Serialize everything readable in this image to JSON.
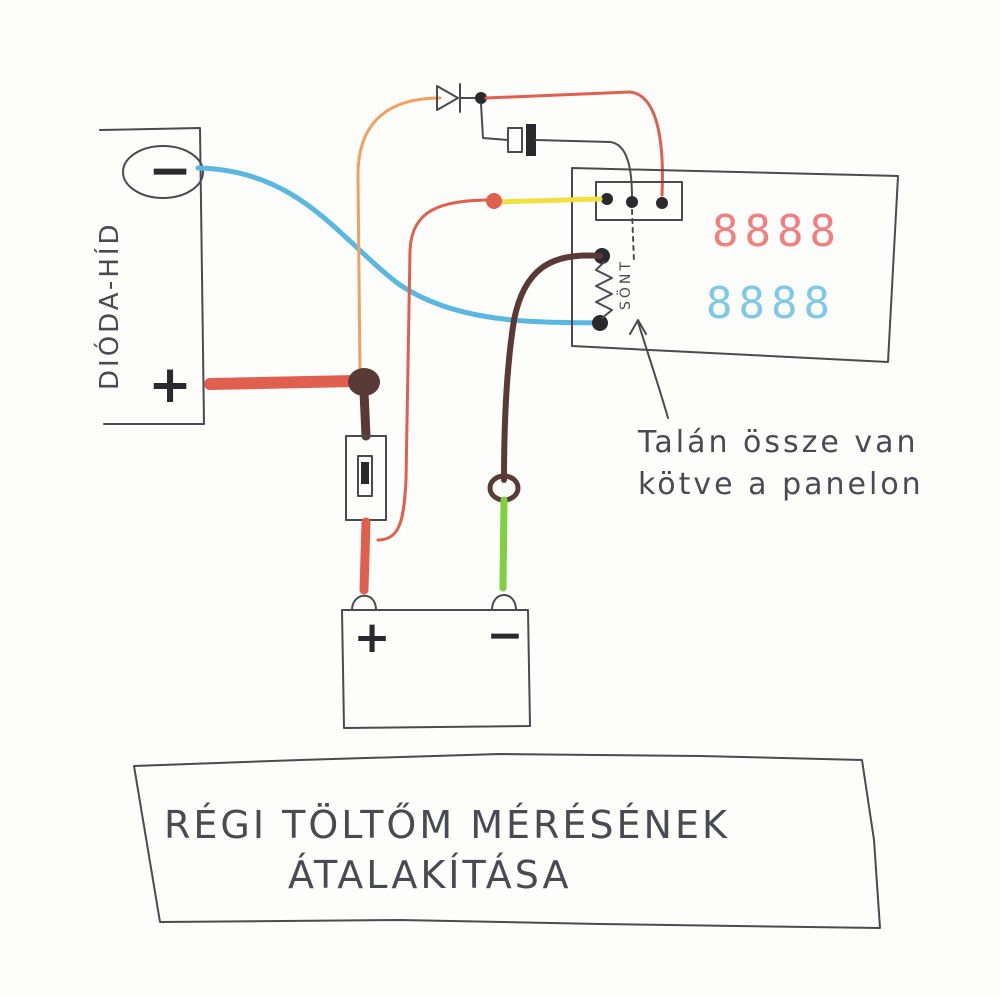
{
  "bridge": {
    "label": "DIÓDA-HÍD",
    "minus_sign": "−",
    "plus_sign": "+"
  },
  "battery": {
    "plus_sign": "+",
    "minus_sign": "−"
  },
  "panel": {
    "shunt_label": "SÖNT",
    "red_display": "8888",
    "blue_display": "8888"
  },
  "note": {
    "line1": "Talán össze van",
    "line2": "kötve a panelon"
  },
  "title": {
    "line1": "RÉGI TÖLTŐM MÉRÉSÉNEK",
    "line2": "ÁTALAKÍTÁSA"
  },
  "colors": {
    "pencil": "#4a4a50",
    "blue_wire": "#5ab8e0",
    "red_wire": "#e06050",
    "orange_wire": "#f0a060",
    "yellow_wire": "#f0e040",
    "green_wire": "#80d040",
    "brown_wire": "#5a3a36",
    "red_display": "#f08080",
    "blue_display": "#80c8e8"
  }
}
